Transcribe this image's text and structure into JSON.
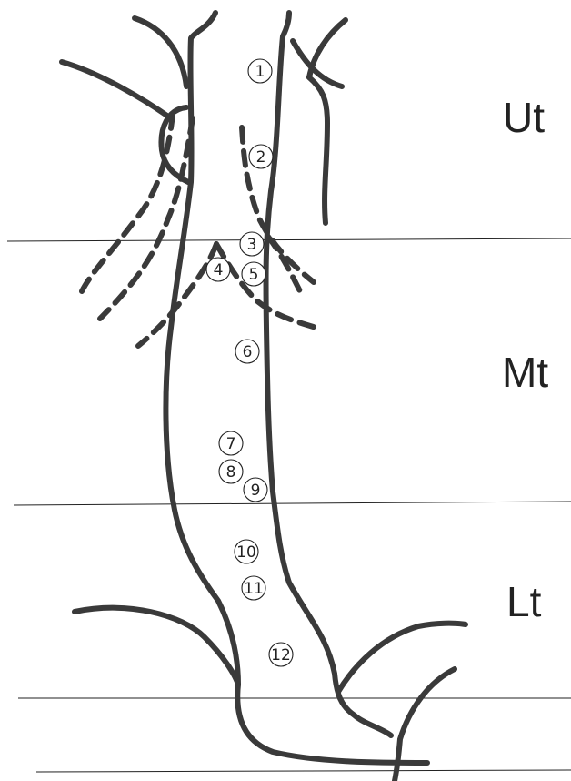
{
  "regions": {
    "upper": "Ut",
    "middle": "Mt",
    "lower": "Lt"
  },
  "markers": [
    "1",
    "2",
    "3",
    "4",
    "5",
    "6",
    "7",
    "8",
    "9",
    "10",
    "11",
    "12"
  ]
}
